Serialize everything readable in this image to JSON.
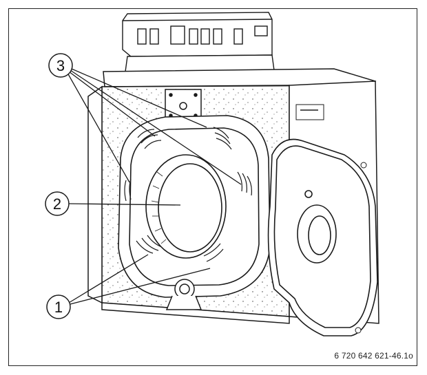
{
  "callouts": [
    {
      "id": "1",
      "label": "1"
    },
    {
      "id": "2",
      "label": "2"
    },
    {
      "id": "3",
      "label": "3"
    }
  ],
  "badge_text": "",
  "figure_reference": "6 720 642 621-46.1o",
  "colors": {
    "line": "#1a1a1a",
    "fill": "#ffffff",
    "shade": "#9a9a9a"
  }
}
